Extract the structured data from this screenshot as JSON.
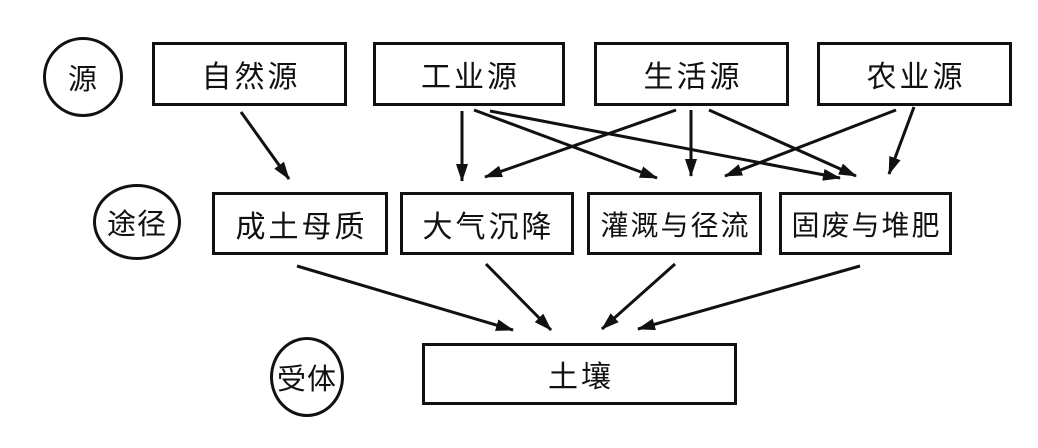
{
  "diagram": {
    "background_color": "#ffffff",
    "line_color": "#111111",
    "tiers": [
      {
        "id": "source",
        "label": "源"
      },
      {
        "id": "pathway",
        "label": "途径"
      },
      {
        "id": "receptor",
        "label": "受体"
      }
    ],
    "nodes": [
      {
        "id": "natural_source",
        "label": "自然源",
        "tier": "source"
      },
      {
        "id": "industrial_source",
        "label": "工业源",
        "tier": "source"
      },
      {
        "id": "domestic_source",
        "label": "生活源",
        "tier": "source"
      },
      {
        "id": "agricultural_source",
        "label": "农业源",
        "tier": "source"
      },
      {
        "id": "parent_material",
        "label": "成土母质",
        "tier": "pathway"
      },
      {
        "id": "atmospheric_deposition",
        "label": "大气沉降",
        "tier": "pathway"
      },
      {
        "id": "irrigation_runoff",
        "label": "灌溉与径流",
        "tier": "pathway"
      },
      {
        "id": "solid_waste_compost",
        "label": "固废与堆肥",
        "tier": "pathway"
      },
      {
        "id": "soil",
        "label": "土壤",
        "tier": "receptor"
      }
    ],
    "edges": [
      {
        "from": "natural_source",
        "to": "parent_material"
      },
      {
        "from": "industrial_source",
        "to": "atmospheric_deposition"
      },
      {
        "from": "industrial_source",
        "to": "irrigation_runoff"
      },
      {
        "from": "industrial_source",
        "to": "solid_waste_compost"
      },
      {
        "from": "domestic_source",
        "to": "atmospheric_deposition"
      },
      {
        "from": "domestic_source",
        "to": "irrigation_runoff"
      },
      {
        "from": "domestic_source",
        "to": "solid_waste_compost"
      },
      {
        "from": "agricultural_source",
        "to": "irrigation_runoff"
      },
      {
        "from": "agricultural_source",
        "to": "solid_waste_compost"
      },
      {
        "from": "parent_material",
        "to": "soil"
      },
      {
        "from": "atmospheric_deposition",
        "to": "soil"
      },
      {
        "from": "irrigation_runoff",
        "to": "soil"
      },
      {
        "from": "solid_waste_compost",
        "to": "soil"
      }
    ]
  }
}
